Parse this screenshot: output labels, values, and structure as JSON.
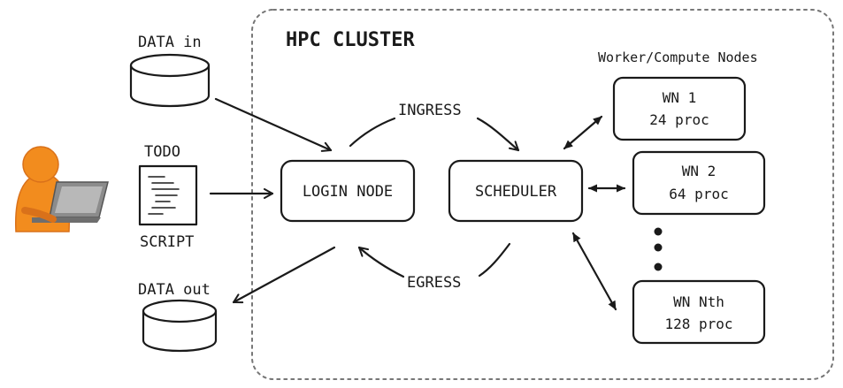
{
  "cluster": {
    "title": "HPC CLUSTER"
  },
  "labels": {
    "data_in": "DATA in",
    "data_out": "DATA out",
    "todo": "TODO",
    "script": "SCRIPT",
    "ingress": "INGRESS",
    "egress": "EGRESS",
    "workers_heading": "Worker/Compute Nodes"
  },
  "nodes": {
    "login": "LOGIN NODE",
    "scheduler": "SCHEDULER"
  },
  "workers": [
    {
      "name": "WN 1",
      "procs": "24 proc"
    },
    {
      "name": "WN 2",
      "procs": "64 proc"
    },
    {
      "name": "WN Nth",
      "procs": "128 proc"
    }
  ],
  "colors": {
    "user_orange": "#f28c1e",
    "laptop_gray": "#8c8c8c",
    "border_dotted": "#777777"
  },
  "icons": {
    "user": "user-with-laptop-icon",
    "database": "database-icon",
    "document": "script-document-icon"
  }
}
